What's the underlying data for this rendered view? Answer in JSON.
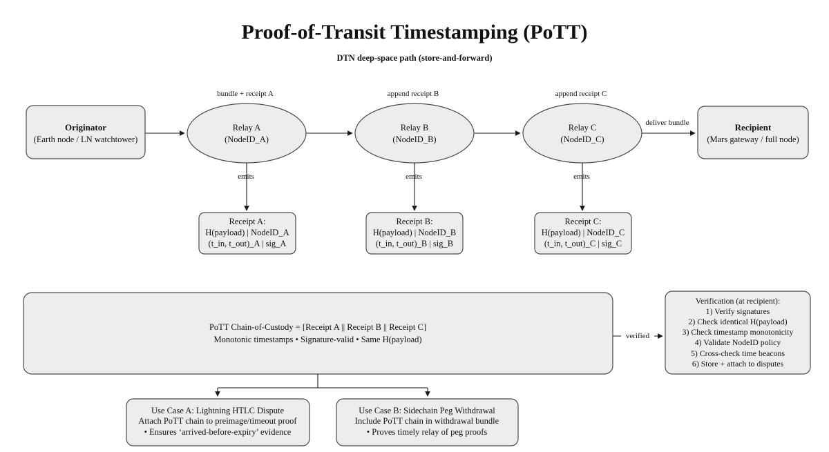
{
  "title": "Proof-of-Transit Timestamping (PoTT)",
  "subtitle": "DTN deep-space path (store-and-forward)",
  "colors": {
    "background": "#ffffff",
    "node_fill": "#ededed",
    "node_border": "#4a4a4a",
    "line": "#1a1a1a",
    "text": "#111111"
  },
  "flow": {
    "originator": {
      "title": "Originator",
      "subtitle": "(Earth node / LN watchtower)"
    },
    "relay_a": {
      "title": "Relay A",
      "subtitle": "(NodeID_A)"
    },
    "relay_b": {
      "title": "Relay B",
      "subtitle": "(NodeID_B)"
    },
    "relay_c": {
      "title": "Relay C",
      "subtitle": "(NodeID_C)"
    },
    "recipient": {
      "title": "Recipient",
      "subtitle": "(Mars gateway / full node)"
    }
  },
  "edge_labels": {
    "bundle_receipt_a": "bundle + receipt A",
    "append_receipt_b": "append receipt B",
    "append_receipt_c": "append receipt C",
    "deliver_bundle": "deliver bundle",
    "emits": "emits",
    "verified": "verified"
  },
  "receipts": {
    "a": {
      "lines": [
        "Receipt A:",
        "H(payload) | NodeID_A",
        "(t_in, t_out)_A | sig_A"
      ]
    },
    "b": {
      "lines": [
        "Receipt B:",
        "H(payload) | NodeID_B",
        "(t_in, t_out)_B | sig_B"
      ]
    },
    "c": {
      "lines": [
        "Receipt C:",
        "H(payload) | NodeID_C",
        "(t_in, t_out)_C | sig_C"
      ]
    }
  },
  "custody": {
    "lines": [
      "PoTT Chain-of-Custody = [Receipt A || Receipt B || Receipt C]",
      "Monotonic timestamps • Signature-valid • Same H(payload)"
    ]
  },
  "verification": {
    "lines": [
      "Verification (at recipient):",
      "1) Verify signatures",
      "2) Check identical H(payload)",
      "3) Check timestamp monotonicity",
      "4) Validate NodeID policy",
      "5) Cross-check time beacons",
      "6) Store + attach to disputes"
    ]
  },
  "use_cases": {
    "a": {
      "lines": [
        "Use Case A: Lightning HTLC Dispute",
        "Attach PoTT chain to preimage/timeout proof",
        "• Ensures ‘arrived-before-expiry’ evidence"
      ]
    },
    "b": {
      "lines": [
        "Use Case B: Sidechain Peg Withdrawal",
        "Include PoTT chain in withdrawal bundle",
        "• Proves timely relay of peg proofs"
      ]
    }
  }
}
